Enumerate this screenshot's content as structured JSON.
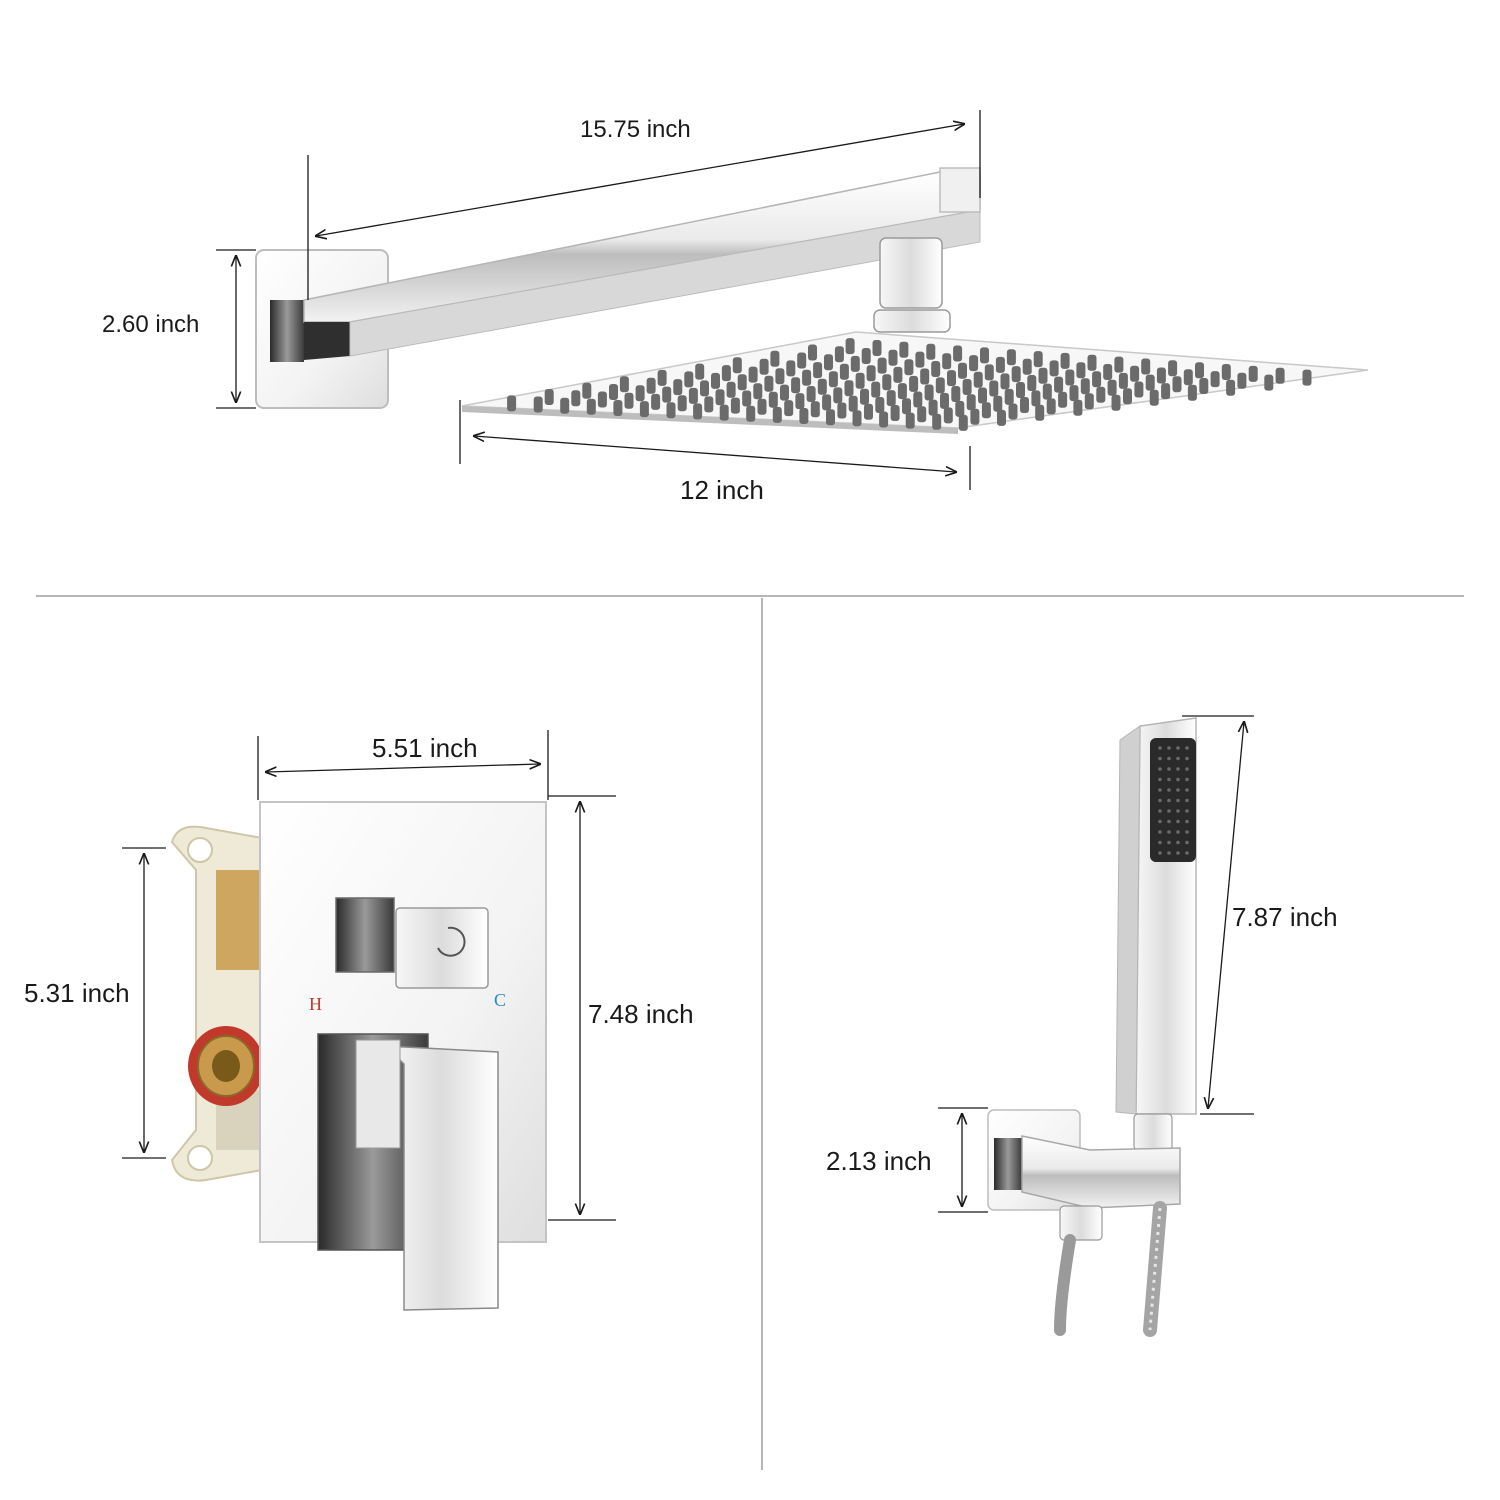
{
  "panels": {
    "rain_shower": {
      "arm_length": "15.75 inch",
      "wall_flange_height": "2.60 inch",
      "head_width": "12 inch"
    },
    "valve": {
      "plate_width": "5.51 inch",
      "plate_height": "7.48 inch",
      "rough_in_height": "5.31 inch",
      "hot_mark": "H",
      "cold_mark": "C",
      "hot_color": "#c0392b",
      "cold_color": "#2e86c1"
    },
    "hand_shower": {
      "handle_length": "7.87 inch",
      "bracket_height": "2.13 inch"
    }
  },
  "colors": {
    "chrome_light": "#f4f4f4",
    "chrome_mid": "#c9c9c9",
    "chrome_dark": "#555555",
    "nozzle": "#6b6b6b",
    "rough_in_plastic": "#efe9d7",
    "brass": "#c99a4b",
    "seal_red": "#c0392b"
  }
}
